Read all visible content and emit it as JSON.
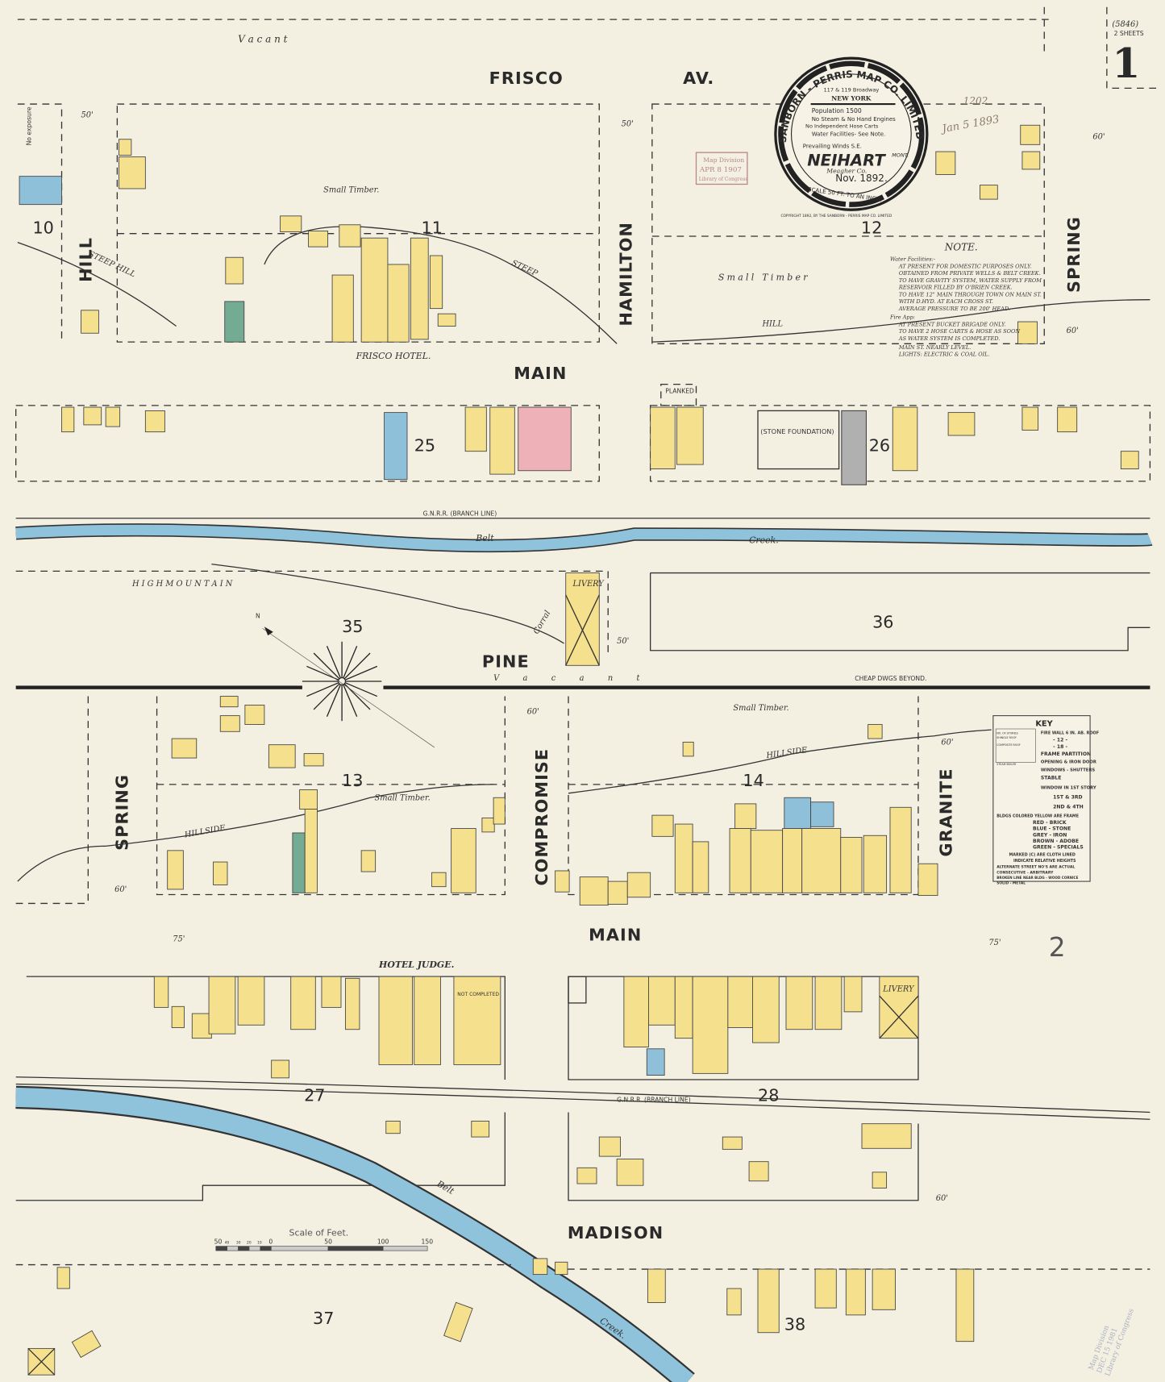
{
  "sheet": {
    "number": "1",
    "sheet_ref": "(5846)",
    "sheets_note": "2 SHEETS",
    "adjacent_sheet": "2"
  },
  "colors": {
    "paper": "#f3f0e2",
    "frame": "#f5e08e",
    "brick": "#eeb1b8",
    "stone": "#8fc0da",
    "special": "#73ab93",
    "creek": "#8fc3dc"
  },
  "streets": {
    "frisco": "FRISCO",
    "frisco_av": "AV.",
    "hill": "HILL",
    "hamilton": "HAMILTON",
    "spring_top": "SPRING",
    "main_top": "MAIN",
    "pine": "PINE",
    "spring_mid": "SPRING",
    "compromise": "COMPROMISE",
    "granite": "GRANITE",
    "main_mid": "MAIN",
    "madison": "MADISON"
  },
  "blocks": [
    "10",
    "11",
    "12",
    "25",
    "26",
    "35",
    "36",
    "13",
    "14",
    "27",
    "28",
    "37",
    "38"
  ],
  "labels": {
    "vacant_top": "V a c a n t",
    "vacant_pine": "V a c a n t",
    "small_timber_11": "Small Timber.",
    "small_timber_12": "Small     Timber",
    "small_timber_14": "Small Timber.",
    "small_timber_13": "Small Timber.",
    "steep_hill": "STEEP  HILL",
    "steep": "STEEP",
    "hill_12": "HILL",
    "high_mountain": "H I G H     M O U N T A I N",
    "hillside_14": "HILLSIDE",
    "hillside_13": "HILLSIDE",
    "frisco_hotel": "FRISCO HOTEL.",
    "livery_35": "LIVERY",
    "livery_28": "LIVERY",
    "corral": "Corral",
    "stone_foundation": "(STONE FOUNDATION)",
    "hotel_judge": "HOTEL JUDGE.",
    "not_completed": "NOT COMPLETED",
    "cheap_dwgs": "CHEAP DWGS BEYOND.",
    "railroad_top": "G.N.R.R.    (BRANCH LINE)",
    "railroad_bottom": "G.N.R.R.    (BRANCH LINE)",
    "belt_top": "Belt",
    "creek_top": "Creek.",
    "belt_bottom": "Belt",
    "creek_bottom": "Creek.",
    "no_exposure": "No exposure",
    "planked": "PLANKED",
    "compass_n": "N"
  },
  "cartouche": {
    "ring_top": "SANBORN - PERRIS MAP CO. LIMITED",
    "address": "117 & 119 Broadway",
    "city": "NEW YORK",
    "population": "Population 1500",
    "engines": "No Steam & No Hand Engines",
    "hose_carts": "No Independent Hose Carts",
    "water": "Water Facilities- See Note.",
    "winds": "Prevailing Winds S.E.",
    "town": "NEIHART",
    "state": "MONT.",
    "county": "Meagher Co.",
    "date": "Nov. 1892.",
    "scale": "SCALE 50 FT. TO AN INCH.",
    "copyright": "COPYRIGHT 1892, BY THE SANBORN - PERRIS MAP CO. LIMITED"
  },
  "stamps": {
    "lc_1": "Map Division",
    "lc_2": "APR 8 1907",
    "lc_3": "Library of Congress",
    "handwritten_1": "1202",
    "handwritten_2": "Jan 5 1893",
    "bottom_1": "Map Division",
    "bottom_2": "DEC 15 1981",
    "bottom_3": "Library of Congress"
  },
  "note": {
    "title": "NOTE.",
    "lines": [
      "Water Facilities:-",
      "AT PRESENT FOR DOMESTIC PURPOSES ONLY.",
      "OBTAINED FROM PRIVATE WELLS & BELT CREEK.",
      "TO HAVE GRAVITY SYSTEM, WATER SUPPLY FROM",
      "RESERVOIR FILLED BY O'BRIEN CREEK.",
      "TO HAVE 12\" MAIN THROUGH TOWN ON MAIN ST.",
      "WITH D.HYD. AT EACH CROSS ST.",
      "AVERAGE PRESSURE TO BE 200' HEAD.",
      "Fire App:",
      "AT PRESENT BUCKET BRIGADE ONLY.",
      "TO HAVE 2 HOSE CARTS & HOSE AS SOON",
      "AS WATER SYSTEM IS COMPLETED.",
      "MAIN ST. NEARLY LEVEL.",
      "LIGHTS: ELECTRIC & COAL OIL."
    ]
  },
  "key": {
    "title": "KEY",
    "lines": [
      "FIRE WALL 6 IN. AB. ROOF",
      "- 12 -",
      "- 18 -",
      "FRAME PARTITION",
      "OPENING & IRON DOOR",
      "WINDOWS - SHUTTERS",
      "STABLE",
      "WINDOW IN 1ST STORY",
      "1ST & 3RD",
      "2ND & 4TH",
      "BLDGS COLORED YELLOW ARE FRAME",
      "RED - BRICK",
      "BLUE - STONE",
      "GREY - IRON",
      "BROWN - ADOBE",
      "GREEN - SPECIALS",
      "MARKED (C) ARE CLOTH LINED",
      "INDICATE RELATIVE HEIGHTS",
      "ALTERNATE STREET NO'S ARE ACTUAL",
      "CONSECUTIVE - ARBITRARY",
      "BROKEN LINE NEAR BLDG - WOOD CORNICE",
      "SOLID - METAL"
    ],
    "side_labels": [
      "NO. OF STORIES",
      "SHINGLE ROOF",
      "COMPOSITE ROOF",
      "STEAM BOILER"
    ]
  },
  "scale_bar": {
    "title": "Scale of Feet.",
    "ticks": [
      "50",
      "40",
      "30",
      "20",
      "10",
      "0",
      "50",
      "100",
      "150"
    ]
  },
  "widths": {
    "w50": "50'",
    "w60": "60'",
    "w75": "75'"
  }
}
